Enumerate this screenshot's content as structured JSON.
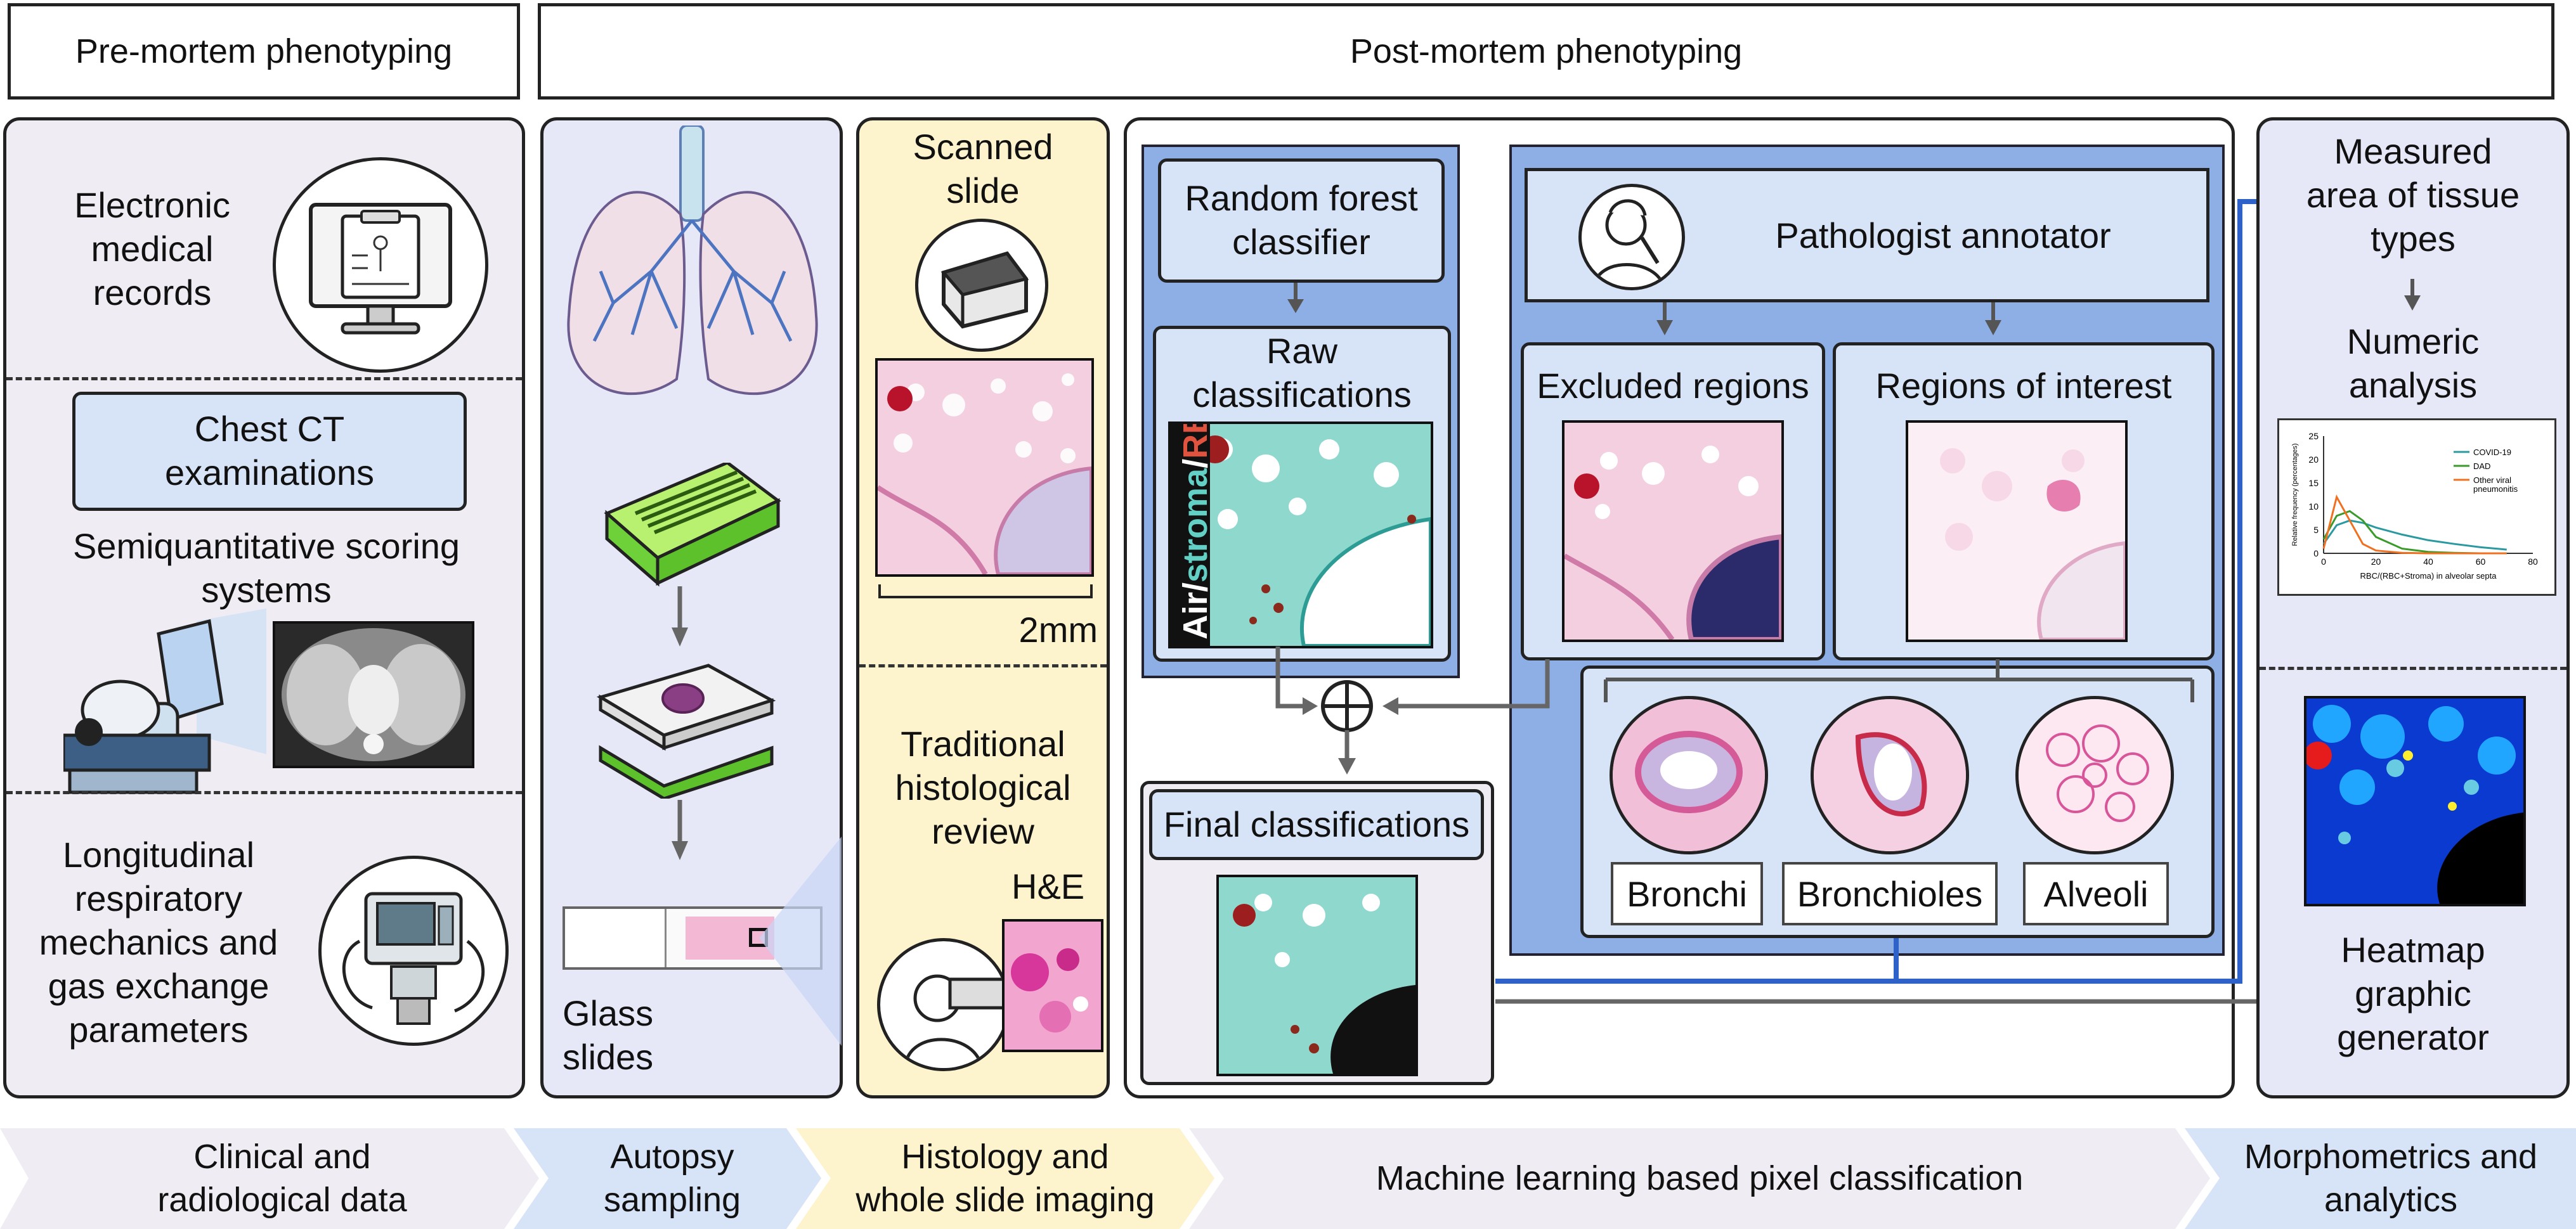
{
  "headers": {
    "pre": "Pre-mortem phenotyping",
    "post": "Post-mortem phenotyping"
  },
  "clinical": {
    "emr": "Electronic\nmedical\nrecords",
    "ct_box": "Chest CT\nexaminations",
    "scoring": "Semiquantitative scoring\nsystems",
    "resp": "Longitudinal\nrespiratory\nmechanics and\ngas exchange\nparameters"
  },
  "autopsy": {
    "glass": "Glass\nslides"
  },
  "histology": {
    "scanned": "Scanned\nslide",
    "scale": "2mm",
    "review": "Traditional\nhistological\nreview",
    "he": "H&E"
  },
  "ml": {
    "rf": "Random forest\nclassifier",
    "raw": "Raw\nclassifications",
    "air": "Air",
    "stroma": "stroma",
    "rbc": "RBC",
    "slash": "/",
    "final": "Final classifications",
    "pathologist": "Pathologist annotator",
    "excluded": "Excluded regions",
    "roi": "Regions of interest",
    "bronchi": "Bronchi",
    "bronchioles": "Bronchioles",
    "alveoli": "Alveoli"
  },
  "morpho": {
    "measured": "Measured\narea of tissue\ntypes",
    "numeric": "Numeric\nanalysis",
    "heatmap": "Heatmap\ngraphic\ngenerator"
  },
  "mini_chart": {
    "ylabel": "Relative frequency (percentages)",
    "xlabel": "RBC/(RBC+Stroma) in alveolar septa",
    "yticks": [
      "0",
      "5",
      "10",
      "15",
      "20",
      "25"
    ],
    "xticks": [
      "0",
      "20",
      "40",
      "60",
      "80"
    ],
    "legend": [
      "COVID-19",
      "DAD",
      "Other viral\npneumonitis"
    ]
  },
  "chart_data": {
    "type": "line",
    "title": "",
    "xlabel": "RBC/(RBC+Stroma) in alveolar septa",
    "ylabel": "Relative frequency (percentages)",
    "xlim": [
      0,
      80
    ],
    "ylim": [
      0,
      25
    ],
    "legend_position": "top-right",
    "x": [
      0,
      5,
      10,
      15,
      20,
      30,
      40,
      50,
      60,
      70
    ],
    "series": [
      {
        "name": "COVID-19",
        "color": "#2a9aa0",
        "values": [
          2,
          6,
          7,
          6.5,
          5.5,
          4,
          2.8,
          2,
          1.3,
          0.8
        ]
      },
      {
        "name": "DAD",
        "color": "#3a9a2a",
        "values": [
          3,
          8,
          9,
          7,
          3.5,
          1,
          0.3,
          0.1,
          0,
          0
        ]
      },
      {
        "name": "Other viral\npneumonitis",
        "color": "#f07020",
        "values": [
          1,
          12,
          7,
          2,
          0.6,
          0.1,
          0,
          0,
          0,
          0
        ]
      }
    ]
  },
  "footer": [
    "Clinical and\nradiological data",
    "Autopsy\nsampling",
    "Histology and\nwhole slide imaging",
    "Machine learning based pixel classification",
    "Morphometrics and\nanalytics"
  ],
  "colors": {
    "panel_gray": "#efedf3",
    "panel_lilac": "#e6e8f8",
    "panel_yellow": "#fdf3cd",
    "box_blue": "#d7e4f7",
    "deep_blue": "#8eaee6",
    "arrow_blue": "#2e62c9",
    "arrow_gray": "#666666"
  }
}
